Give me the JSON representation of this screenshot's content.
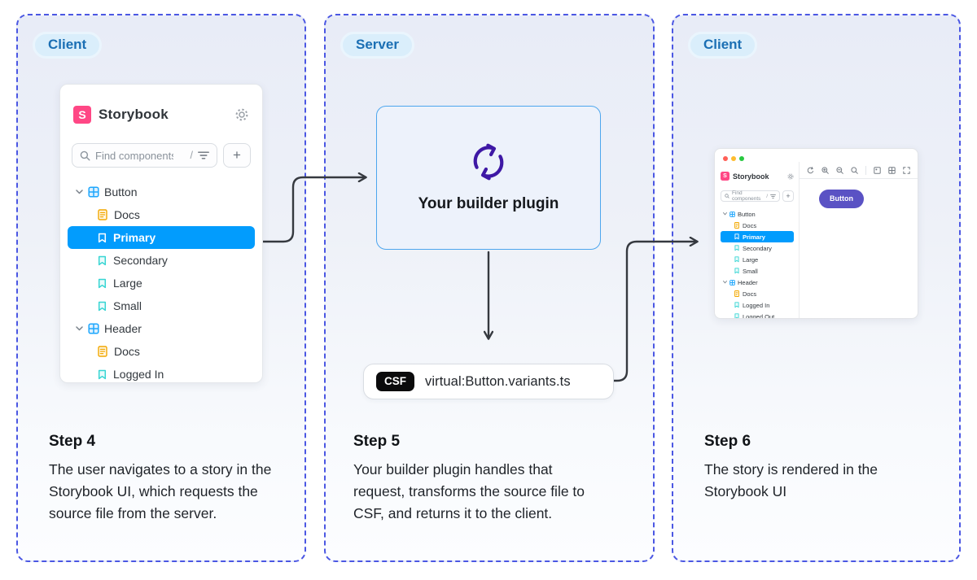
{
  "panels": {
    "left": {
      "badge": "Client",
      "step": {
        "title": "Step 4",
        "body": "The user navigates to a story in the Storybook UI, which requests the source file from the server."
      }
    },
    "middle": {
      "badge": "Server",
      "step": {
        "title": "Step 5",
        "body": "Your builder plugin handles that request, transforms the source file to CSF, and returns it to the client."
      }
    },
    "right": {
      "badge": "Client",
      "step": {
        "title": "Step 6",
        "body": "The story is rendered in the Storybook UI"
      }
    }
  },
  "storybook_app": {
    "logo_letter": "S",
    "brand": "Storybook",
    "search": {
      "placeholder": "Find components",
      "shortcut": "/"
    },
    "add_button": "+",
    "tree": [
      {
        "type": "component",
        "label": "Button"
      },
      {
        "type": "docs",
        "label": "Docs"
      },
      {
        "type": "story",
        "label": "Primary",
        "selected": true
      },
      {
        "type": "story",
        "label": "Secondary"
      },
      {
        "type": "story",
        "label": "Large"
      },
      {
        "type": "story",
        "label": "Small"
      },
      {
        "type": "component",
        "label": "Header"
      },
      {
        "type": "docs",
        "label": "Docs"
      },
      {
        "type": "story",
        "label": "Logged In"
      }
    ]
  },
  "server": {
    "plugin_label": "Your builder plugin",
    "plugin_icon": "sync-icon",
    "csf_badge": "CSF",
    "csf_file": "virtual:Button.variants.ts"
  },
  "mini_storybook": {
    "logo_letter": "S",
    "brand": "Storybook",
    "search": {
      "placeholder": "Find components",
      "shortcut": "/"
    },
    "add_button": "+",
    "toolbar_icons": [
      "remount-icon",
      "zoom-in-icon",
      "zoom-out-icon",
      "zoom-reset-icon",
      "background-icon",
      "grid-icon",
      "expand-icon"
    ],
    "canvas_button_label": "Button",
    "tree": [
      {
        "type": "component",
        "label": "Button"
      },
      {
        "type": "docs",
        "label": "Docs"
      },
      {
        "type": "story",
        "label": "Primary",
        "selected": true
      },
      {
        "type": "story",
        "label": "Secondary"
      },
      {
        "type": "story",
        "label": "Large"
      },
      {
        "type": "story",
        "label": "Small"
      },
      {
        "type": "component",
        "label": "Header"
      },
      {
        "type": "docs",
        "label": "Docs"
      },
      {
        "type": "story",
        "label": "Logged In"
      },
      {
        "type": "story",
        "label": "Logged Out"
      }
    ]
  },
  "colors": {
    "dashed_border": "#4b57e3",
    "badge_text": "#1b6fb4",
    "badge_bg": "#daeefb",
    "selection_blue": "#029cfd",
    "storybook_pink": "#ff4785",
    "component_icon_blue": "#1ea7fd",
    "docs_icon_amber": "#f2a700",
    "story_icon_teal": "#37d5d3",
    "plugin_purple": "#3e18a5",
    "plugin_box_border": "#4da6ee",
    "canvas_button_purple": "#5a52c4",
    "arrow": "#35393f"
  }
}
